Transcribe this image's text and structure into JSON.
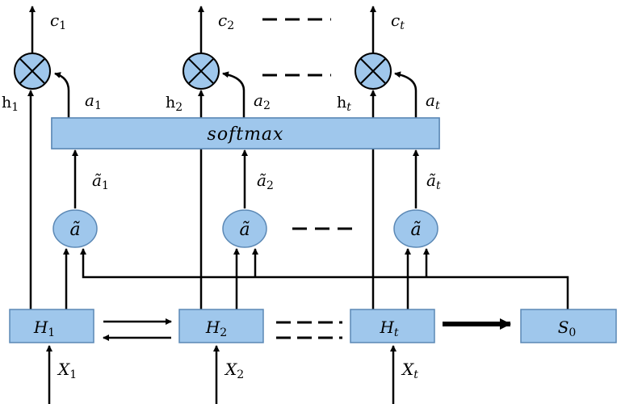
{
  "colors": {
    "box_fill": "#9fc7ec",
    "box_stroke": "#5b88b5",
    "line": "#000000"
  },
  "outputs": {
    "c1": "c",
    "c1_sub": "1",
    "c2": "c",
    "c2_sub": "2",
    "ct": "c",
    "ct_sub": "t"
  },
  "hidden_labels": {
    "h1": "h",
    "h1_sub": "1",
    "h2": "h",
    "h2_sub": "2",
    "ht": "h",
    "ht_sub": "t"
  },
  "attention_labels": {
    "a1": "a",
    "a1_sub": "1",
    "a2": "a",
    "a2_sub": "2",
    "at": "a",
    "at_sub": "t"
  },
  "softmax": {
    "label": "softmax"
  },
  "score_labels": {
    "s1": "ã",
    "s1_sub": "1",
    "s2": "ã",
    "s2_sub": "2",
    "st": "ã",
    "st_sub": "t"
  },
  "score_nodes": {
    "n1": "ã",
    "n2": "ã",
    "nt": "ã"
  },
  "encoder": {
    "h1": "H",
    "h1_sub": "1",
    "h2": "H",
    "h2_sub": "2",
    "ht": "H",
    "ht_sub": "t",
    "s0": "S",
    "s0_sub": "0"
  },
  "inputs": {
    "x1": "X",
    "x1_sub": "1",
    "x2": "X",
    "x2_sub": "2",
    "xt": "X",
    "xt_sub": "t"
  },
  "icons": {
    "multiply": "circled-times-icon"
  }
}
